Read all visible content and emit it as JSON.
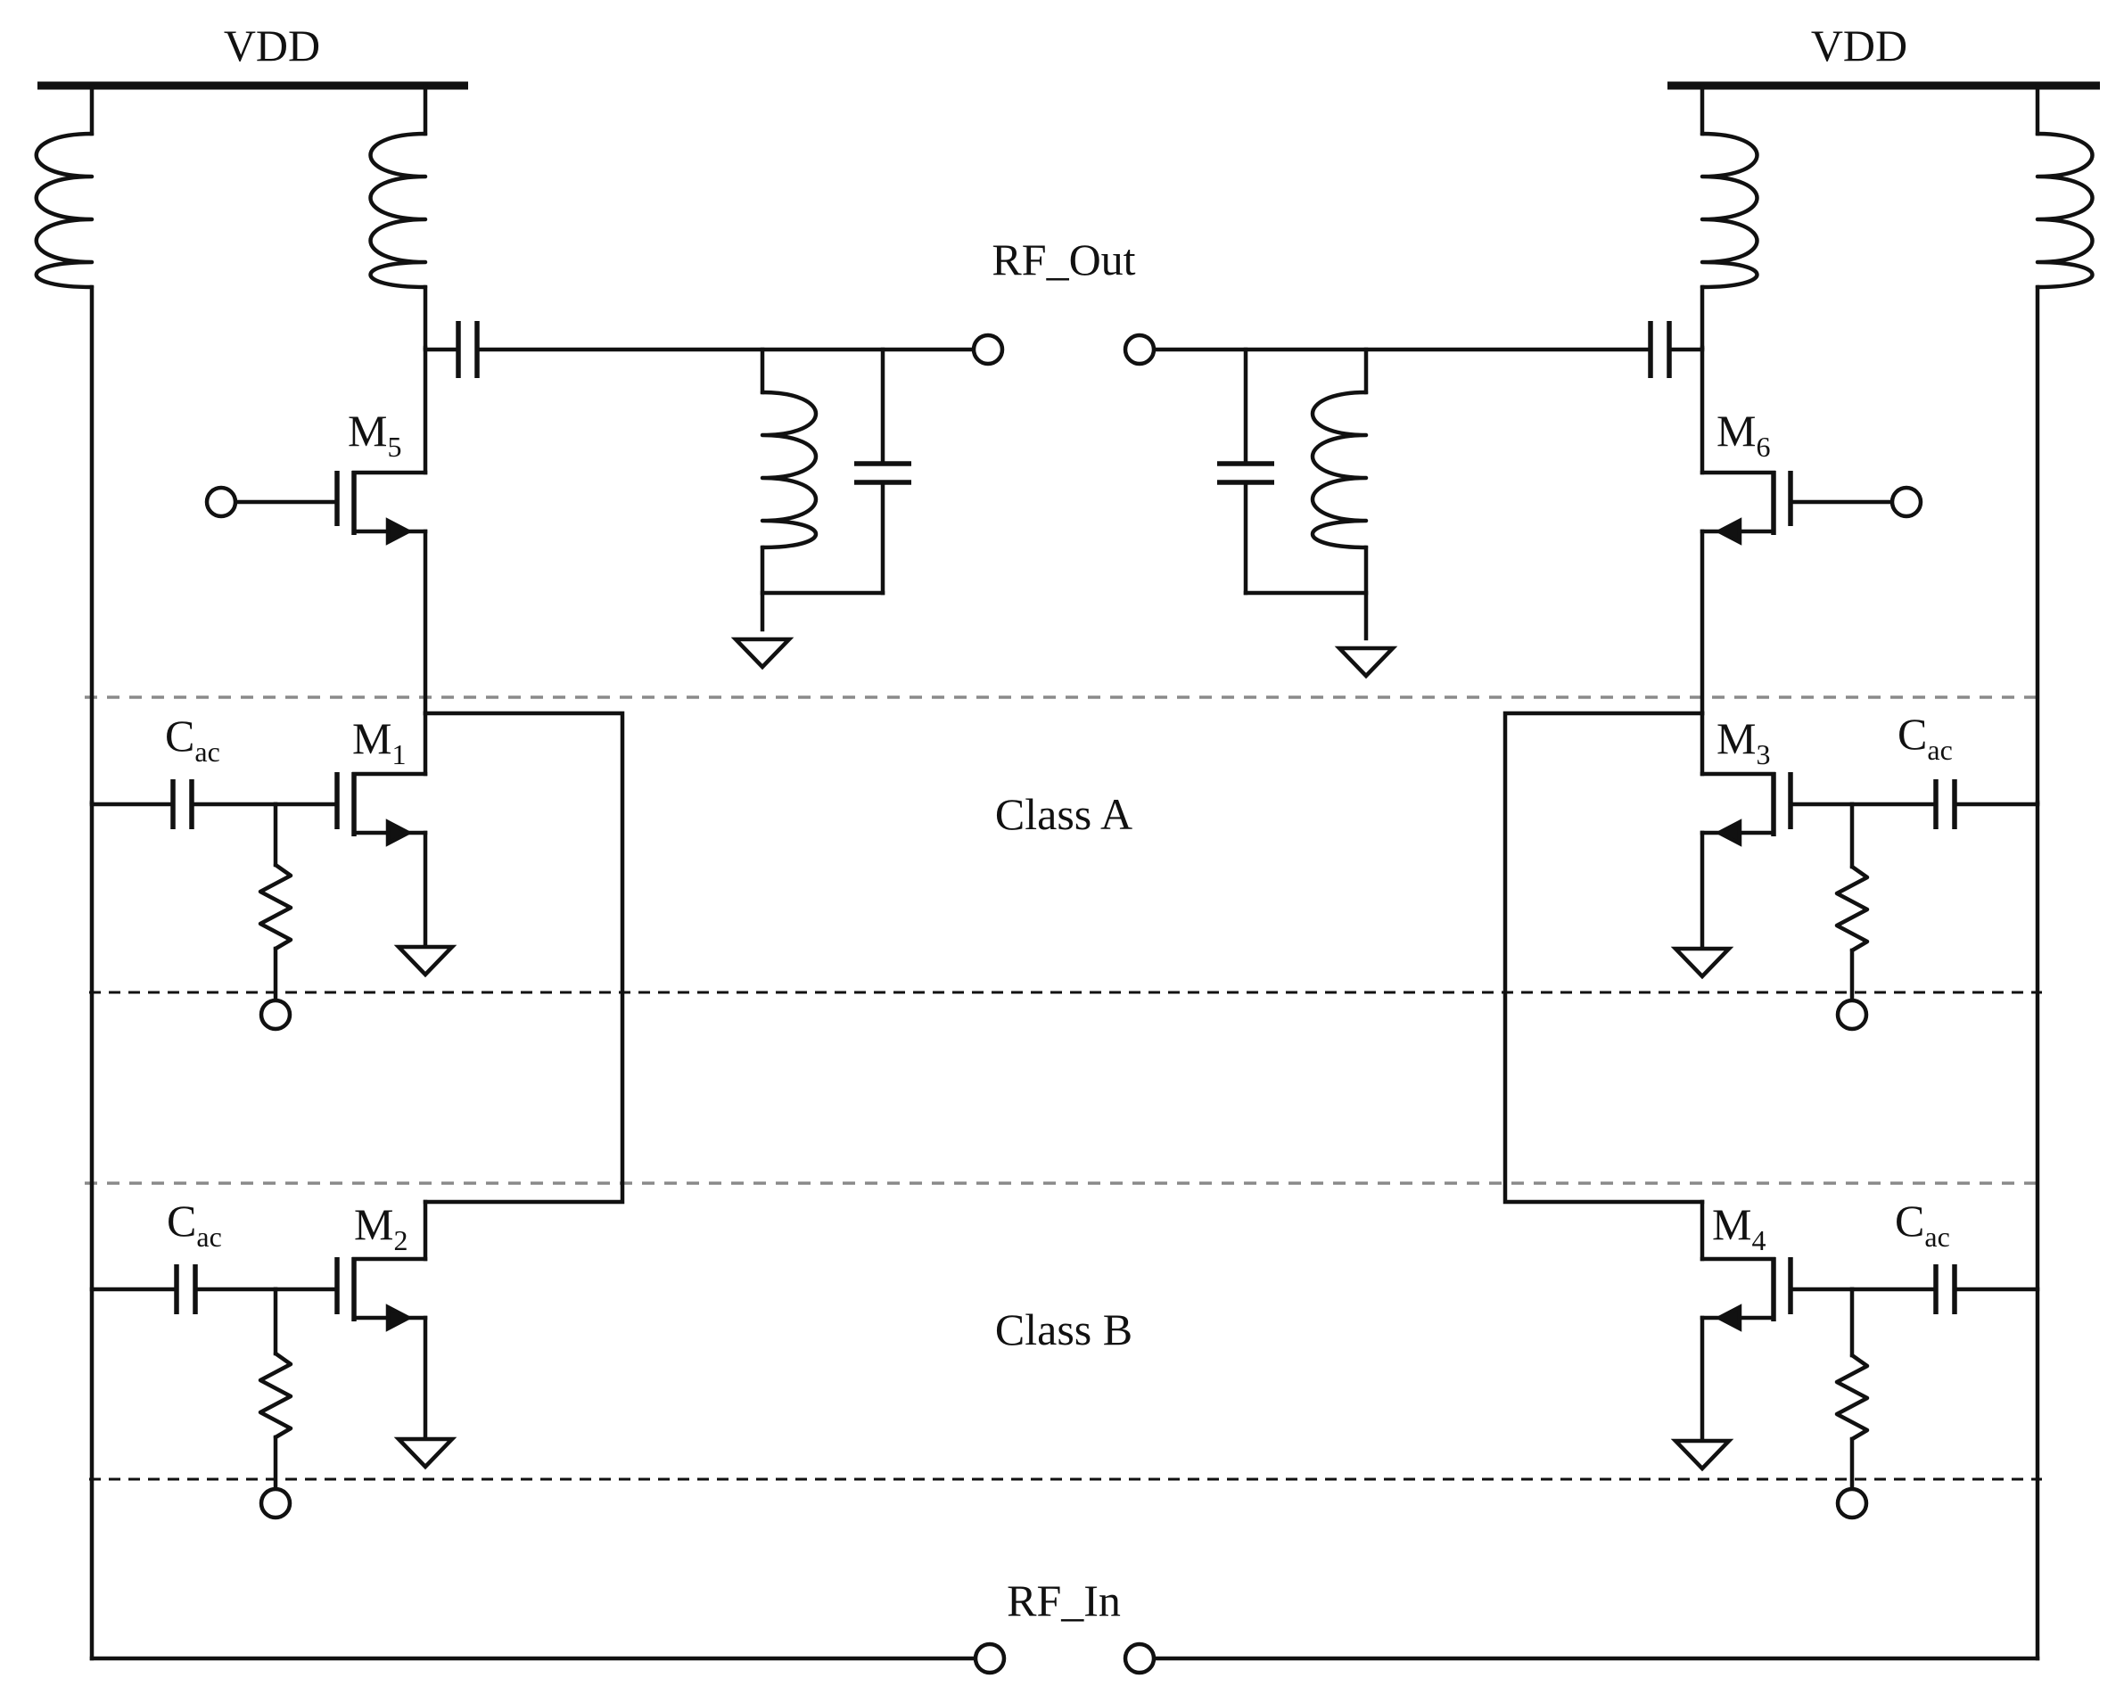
{
  "labels": {
    "vdd_left": "VDD",
    "vdd_right": "VDD",
    "rf_out": "RF_Out",
    "rf_in": "RF_In",
    "class_a": "Class A",
    "class_b": "Class B"
  },
  "transistors": {
    "m5": {
      "letter": "M",
      "index": "5"
    },
    "m6": {
      "letter": "M",
      "index": "6"
    },
    "m1": {
      "letter": "M",
      "index": "1"
    },
    "m3": {
      "letter": "M",
      "index": "3"
    },
    "m2": {
      "letter": "M",
      "index": "2"
    },
    "m4": {
      "letter": "M",
      "index": "4"
    }
  },
  "capacitor_labels": {
    "cac_a_left": {
      "letter": "C",
      "sub": "ac"
    },
    "cac_a_right": {
      "letter": "C",
      "sub": "ac"
    },
    "cac_b_left": {
      "letter": "C",
      "sub": "ac"
    },
    "cac_b_right": {
      "letter": "C",
      "sub": "ac"
    }
  }
}
